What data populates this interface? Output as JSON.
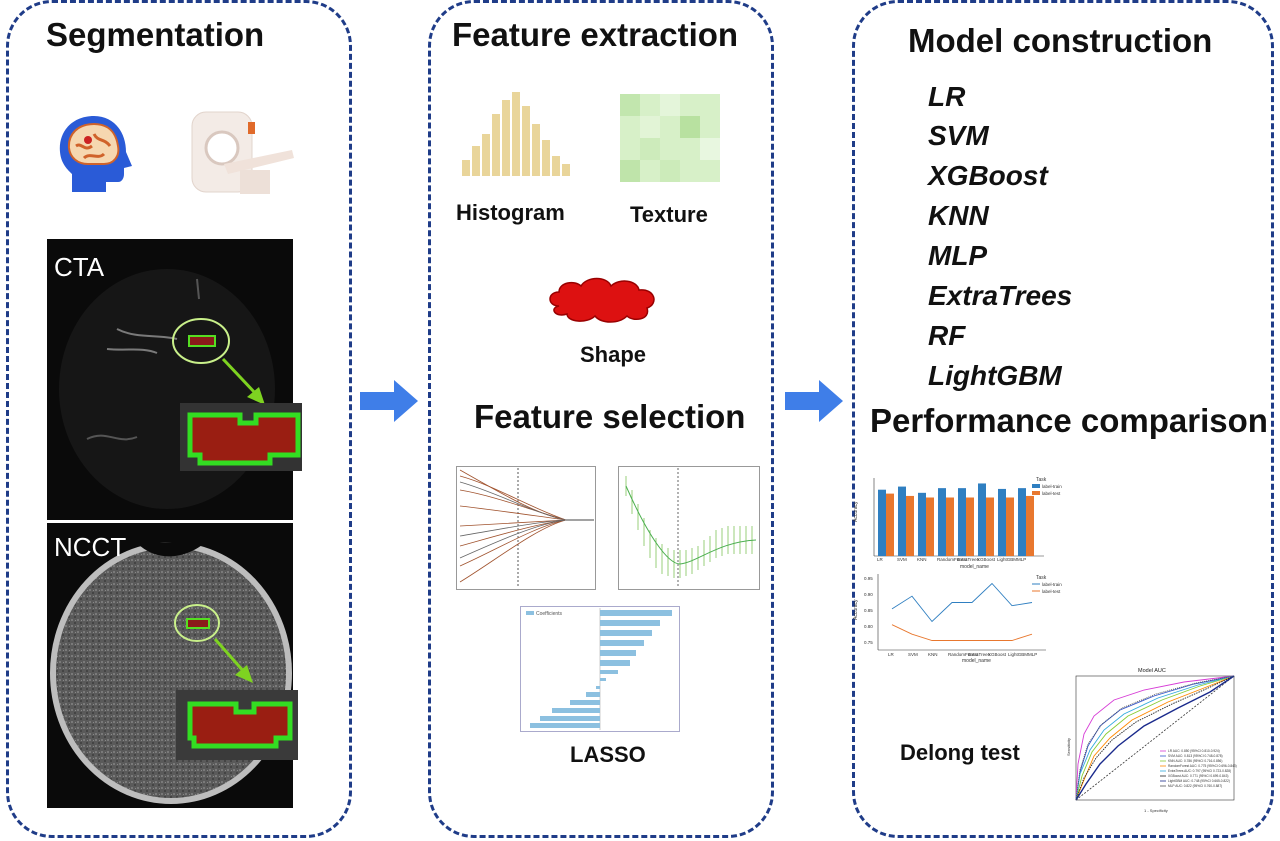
{
  "segmentation": {
    "title": "Segmentation",
    "cta_label": "CTA",
    "ncct_label": "NCCT"
  },
  "feature_extraction": {
    "title": "Feature extraction",
    "histogram_label": "Histogram",
    "texture_label": "Texture",
    "shape_label": "Shape"
  },
  "feature_selection": {
    "title": "Feature selection",
    "lasso_label": "LASSO",
    "coef_legend": "Coefficients"
  },
  "model_construction": {
    "title": "Model construction",
    "models": [
      "LR",
      "SVM",
      "XGBoost",
      "KNN",
      "MLP",
      "ExtraTrees",
      "RF",
      "LightGBM"
    ]
  },
  "performance": {
    "title": "Performance comparison",
    "delong_label": "Delong test"
  },
  "bar_chart": {
    "legend_title": "Task",
    "series": [
      {
        "name": "label-train",
        "color": "#2f7fc1",
        "values": [
          0.85,
          0.89,
          0.81,
          0.87,
          0.87,
          0.93,
          0.86,
          0.87
        ]
      },
      {
        "name": "label-test",
        "color": "#e8772e",
        "values": [
          0.8,
          0.77,
          0.75,
          0.75,
          0.75,
          0.75,
          0.75,
          0.77
        ]
      }
    ],
    "categories": [
      "LR",
      "SVM",
      "KNN",
      "RandomForest",
      "ExtraTrees",
      "XGBoost",
      "LightGBM",
      "MLP"
    ],
    "xlabel": "model_name",
    "ylabel": "Accuracy"
  },
  "line_chart": {
    "legend_title": "Task",
    "yticks": [
      "0.95",
      "0.90",
      "0.85",
      "0.80",
      "0.75"
    ],
    "xlabel": "model_name",
    "ylabel": "Accuracy"
  },
  "roc_chart": {
    "title": "Model AUC",
    "xlabel": "1 - Specificity",
    "ylabel": "Sensitivity",
    "legend": [
      {
        "text": "LR AUC: 0.850 (95%CI 0.810-0.924)",
        "color": "#d63bd6"
      },
      {
        "text": "SVM AUC: 0.813 (95%CI 0.748-0.878)",
        "color": "#3355cc"
      },
      {
        "text": "KNN AUC: 0.786 (95%CI 0.716-0.856)",
        "color": "#88cc33"
      },
      {
        "text": "RandomForest AUC: 0.775 (95%CI 0.696-0.843)",
        "color": "#ff8800"
      },
      {
        "text": "ExtraTrees AUC: 0.797 (95%CI 0.723-0.828)",
        "color": "#33aadd"
      },
      {
        "text": "XGBoost AUC: 0.771 (95%CI 0.699-0.843)",
        "color": "#222222"
      },
      {
        "text": "LightGBM AUC: 0.748 (95%CI 0.665-0.822)",
        "color": "#1a2a8c"
      },
      {
        "text": "MLP AUC: 0.822 (95%CI 0.760-0.887)",
        "color": "#555555"
      }
    ]
  }
}
